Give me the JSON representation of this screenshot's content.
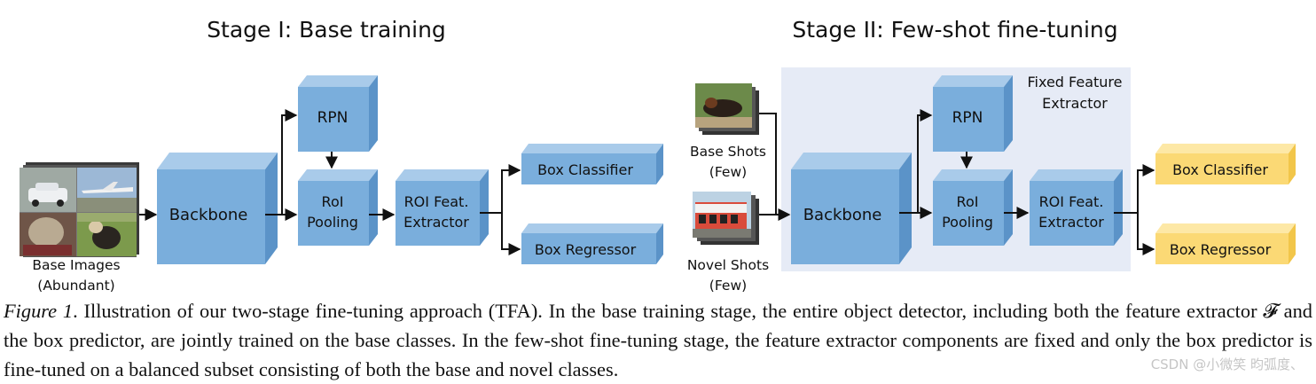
{
  "stage1": {
    "title": "Stage I: Base training",
    "input_label_line1": "Base Images",
    "input_label_line2": "(Abundant)",
    "backbone": "Backbone",
    "rpn": "RPN",
    "roi_pool_line1": "RoI",
    "roi_pool_line2": "Pooling",
    "roi_feat_line1": "ROI Feat.",
    "roi_feat_line2": "Extractor",
    "box_classifier": "Box Classifier",
    "box_regressor": "Box Regressor"
  },
  "stage2": {
    "title": "Stage II: Few-shot fine-tuning",
    "fixed_line1": "Fixed Feature",
    "fixed_line2": "Extractor",
    "base_shots_line1": "Base Shots",
    "base_shots_line2": "(Few)",
    "novel_shots_line1": "Novel Shots",
    "novel_shots_line2": "(Few)",
    "backbone": "Backbone",
    "rpn": "RPN",
    "roi_pool_line1": "RoI",
    "roi_pool_line2": "Pooling",
    "roi_feat_line1": "ROI Feat.",
    "roi_feat_line2": "Extractor",
    "box_classifier": "Box Classifier",
    "box_regressor": "Box Regressor"
  },
  "colors": {
    "blue_front": "#7aaedc",
    "blue_top": "#a9cbea",
    "blue_side": "#5b93c8",
    "yellow_front": "#fbd975",
    "yellow_top": "#fde8a6",
    "yellow_side": "#f2c64a",
    "fixed_bg": "#e6ebf6"
  },
  "caption": {
    "label": "Figure 1",
    "text": ". Illustration of our two-stage fine-tuning approach (TFA). In the base training stage, the entire object detector, including both the feature extractor 𝓕 and the box predictor, are jointly trained on the base classes. In the few-shot fine-tuning stage, the feature extractor components are fixed and only the box predictor is fine-tuned on a balanced subset consisting of both the base and novel classes."
  },
  "watermark": "CSDN @小微笑 昀弧度、"
}
